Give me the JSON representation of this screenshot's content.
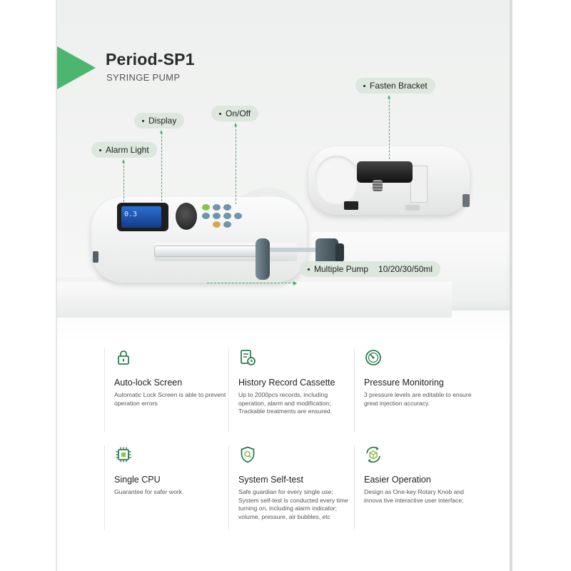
{
  "brand": {
    "title": "Period-SP1",
    "subtitle": "SYRINGE PUMP",
    "accent": "#4cb66f"
  },
  "callouts": {
    "alarm_light": "Alarm Light",
    "display": "Display",
    "on_off": "On/Off",
    "fasten_bracket": "Fasten Bracket",
    "multiple_pump": "Multiple Pump",
    "multiple_pump_sizes": "10/20/30/50ml"
  },
  "device": {
    "screen_reading": "0.3"
  },
  "features": [
    {
      "icon": "lock-icon",
      "title": "Auto-lock Screen",
      "desc": "Automatic Lock Screen is able to prevent operation errors"
    },
    {
      "icon": "document-clock-icon",
      "title": "History Record Cassette",
      "desc": "Up to 2000pcs records, including operation, alarm and modification; Trackable treatments are ensured."
    },
    {
      "icon": "gauge-icon",
      "title": "Pressure Monitoring",
      "desc": "3 pressure levels are editable to ensure great injection accuracy."
    },
    {
      "icon": "cpu-chip-icon",
      "title": "Single CPU",
      "desc": "Guarantee for safer work"
    },
    {
      "icon": "shield-search-icon",
      "title": "System Self-test",
      "desc": "Safe guardian for every single use; System self-test is conducted every time turning on, including alarm indicator; volume, pressure, air bubbles, etc"
    },
    {
      "icon": "rotate-cube-icon",
      "title": "Easier Operation",
      "desc": "Design as One-key Rotary Knob and innova tive interactive user interface;"
    }
  ]
}
